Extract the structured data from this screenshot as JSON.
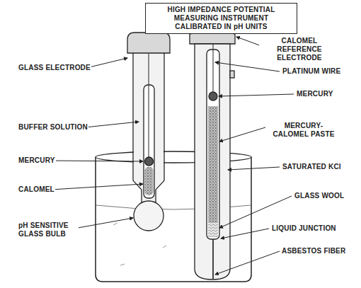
{
  "diagram": {
    "nodes": [
      {
        "text": [
          "HIGH IMPEDANCE POTENTIAL MEASURING INSTRUMENT CALIBRATED IN pH UNITS"
        ]
      }
    ],
    "labels": [
      "CALOMEL REFERENCE ELECTRODE",
      "GLASS ELECTRODE",
      "PLATINUM WIRE",
      "MERCURY",
      "BUFFER SOLUTION",
      "MERCURY-CALOMEL PASTE",
      "MERCURY",
      "SATURATED KCl",
      "CALOMEL",
      "GLASS WOOL",
      "pH SENSITIVE GLASS BULB",
      "LIQUID JUNCTION",
      "ASBESTOS FIBER"
    ]
  }
}
